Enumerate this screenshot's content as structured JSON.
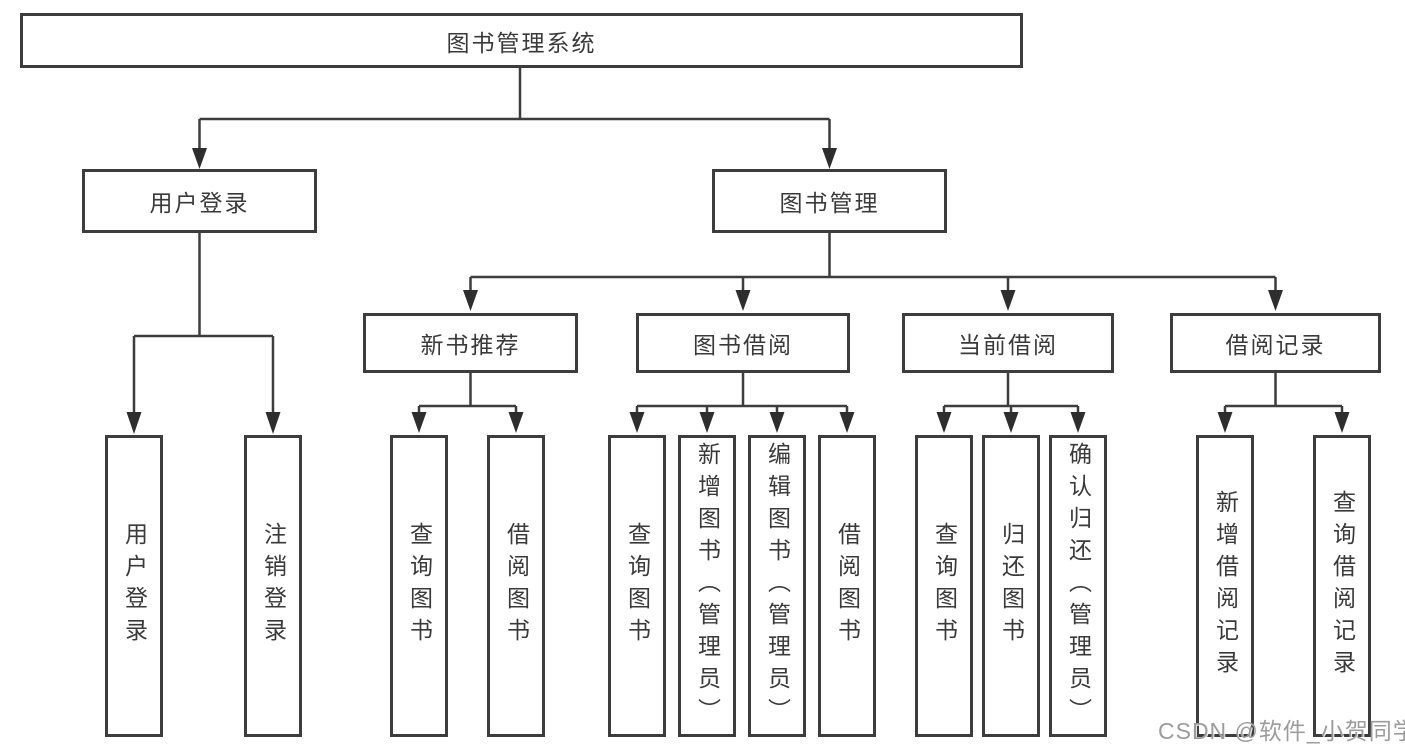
{
  "diagram": {
    "root_label": "图书管理系统",
    "level2": [
      {
        "label": "用户登录",
        "children": [
          "用户登录",
          "注销登录"
        ]
      },
      {
        "label": "图书管理",
        "children": [
          {
            "label": "新书推荐",
            "children": [
              "查询图书",
              "借阅图书"
            ]
          },
          {
            "label": "图书借阅",
            "children": [
              "查询图书",
              "新增图书（管理员）",
              "编辑图书（管理员）",
              "借阅图书"
            ]
          },
          {
            "label": "当前借阅",
            "children": [
              "查询图书",
              "归还图书",
              "确认归还（管理员）"
            ]
          },
          {
            "label": "借阅记录",
            "children": [
              "新增借阅记录",
              "查询借阅记录"
            ]
          }
        ]
      }
    ]
  },
  "watermark": {
    "text": "CSDN @软件_小贺同学"
  },
  "colors": {
    "line": "#3d3d3d",
    "box_border": "#3d3d3d",
    "box_fill": "#ffffff",
    "text": "#3a3a3a",
    "watermark": "#9c9c9c",
    "background": "#ffffff"
  }
}
